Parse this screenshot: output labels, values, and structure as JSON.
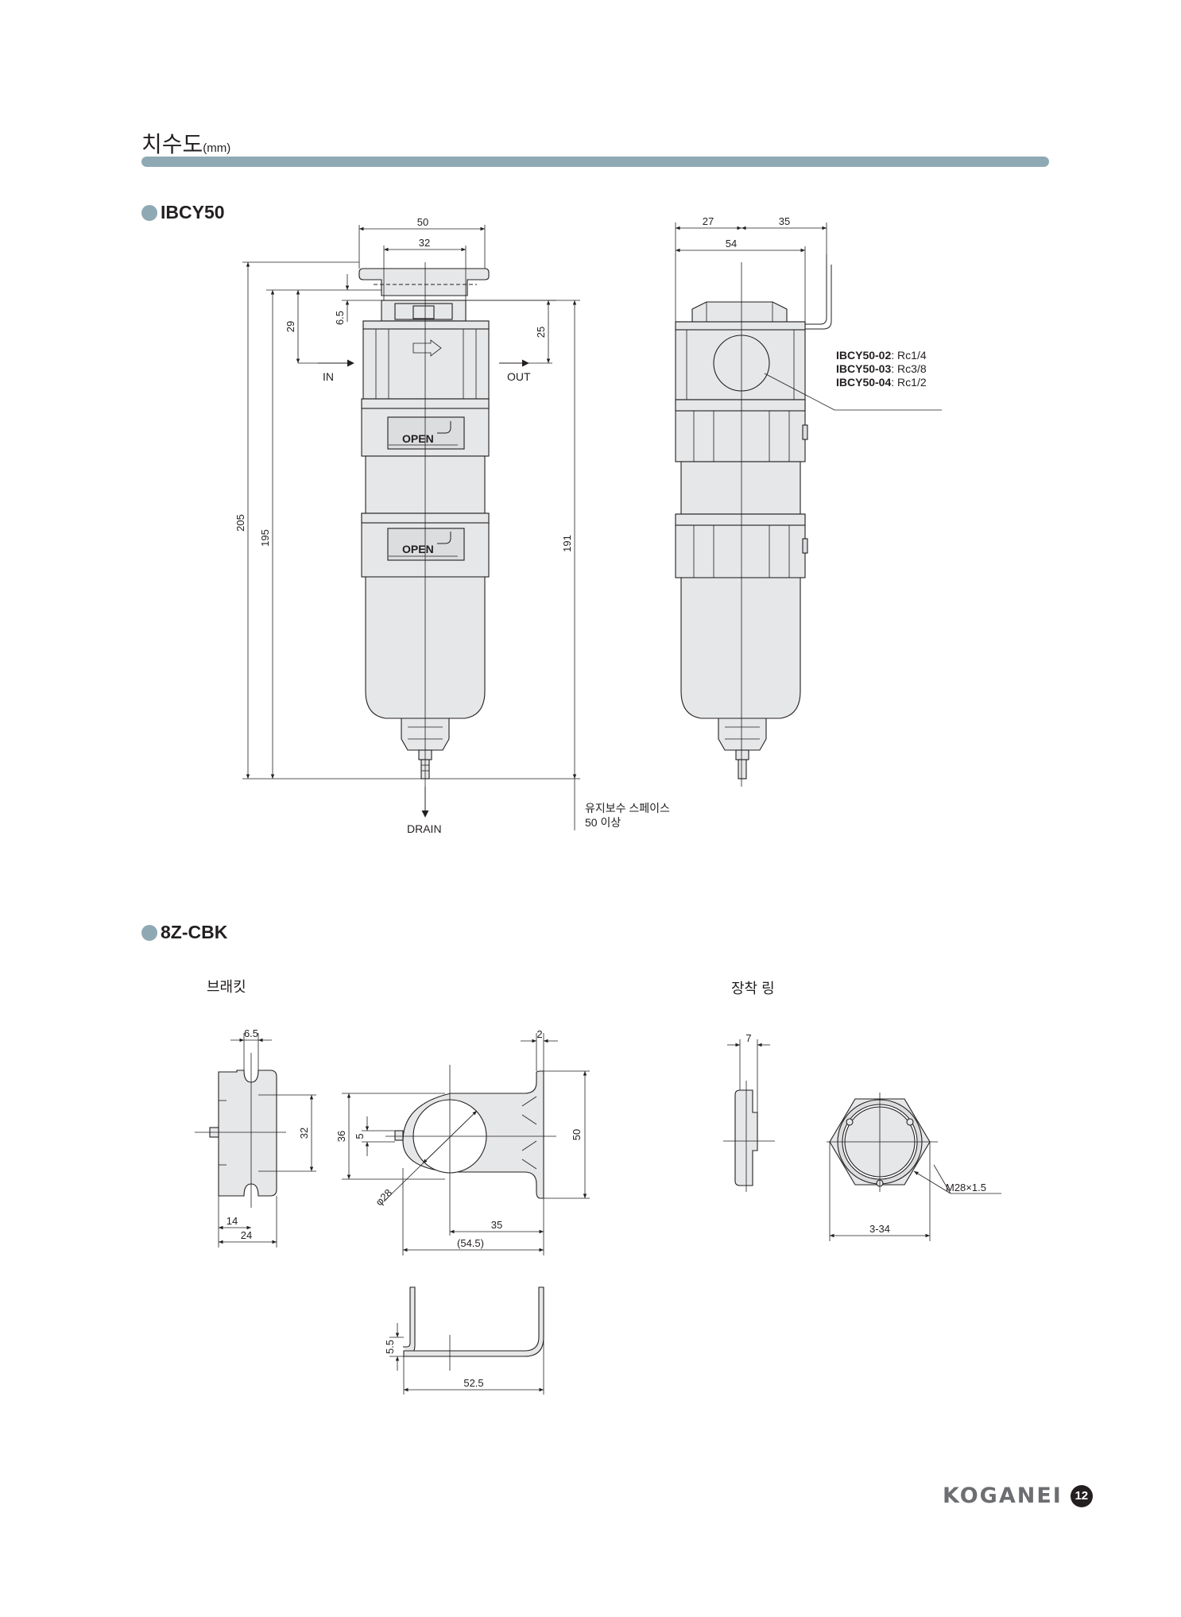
{
  "header": {
    "title": "치수도",
    "unit": "(mm)",
    "bar_color": "#8fa9b4"
  },
  "section_ibcy": {
    "title": "IBCY50",
    "bullet_color": "#8fa9b4",
    "dims_front": {
      "width_total": "50",
      "width_inner": "32",
      "h_205": "205",
      "h_195": "195",
      "h_29": "29",
      "h_6_5": "6.5",
      "h_25": "25",
      "h_191": "191"
    },
    "labels": {
      "in": "IN",
      "out": "OUT",
      "drain": "DRAIN",
      "open": "OPEN",
      "maintenance_line1": "유지보수 스페이스",
      "maintenance_line2": "50 이상"
    },
    "dims_side": {
      "d27": "27",
      "d35": "35",
      "d54": "54"
    },
    "ports": [
      {
        "model": "IBCY50-02",
        "thread": ": Rc1/4"
      },
      {
        "model": "IBCY50-03",
        "thread": ": Rc3/8"
      },
      {
        "model": "IBCY50-04",
        "thread": ": Rc1/2"
      }
    ]
  },
  "section_8z": {
    "title": "8Z-CBK",
    "bracket_label": "브래킷",
    "ring_label": "장착 링",
    "bracket_dims": {
      "d6_5": "6.5",
      "d32": "32",
      "d14": "14",
      "d24": "24",
      "d2": "2",
      "d36": "36",
      "d5": "5",
      "d50": "50",
      "phi28": "φ28",
      "d35": "35",
      "d54_5": "(54.5)",
      "d5_5": "5.5",
      "d52_5": "52.5"
    },
    "ring_dims": {
      "d7": "7",
      "thread": "M28×1.5",
      "d3_34": "3-34"
    }
  },
  "footer": {
    "brand": "KOGANEI",
    "page_number": "12"
  }
}
